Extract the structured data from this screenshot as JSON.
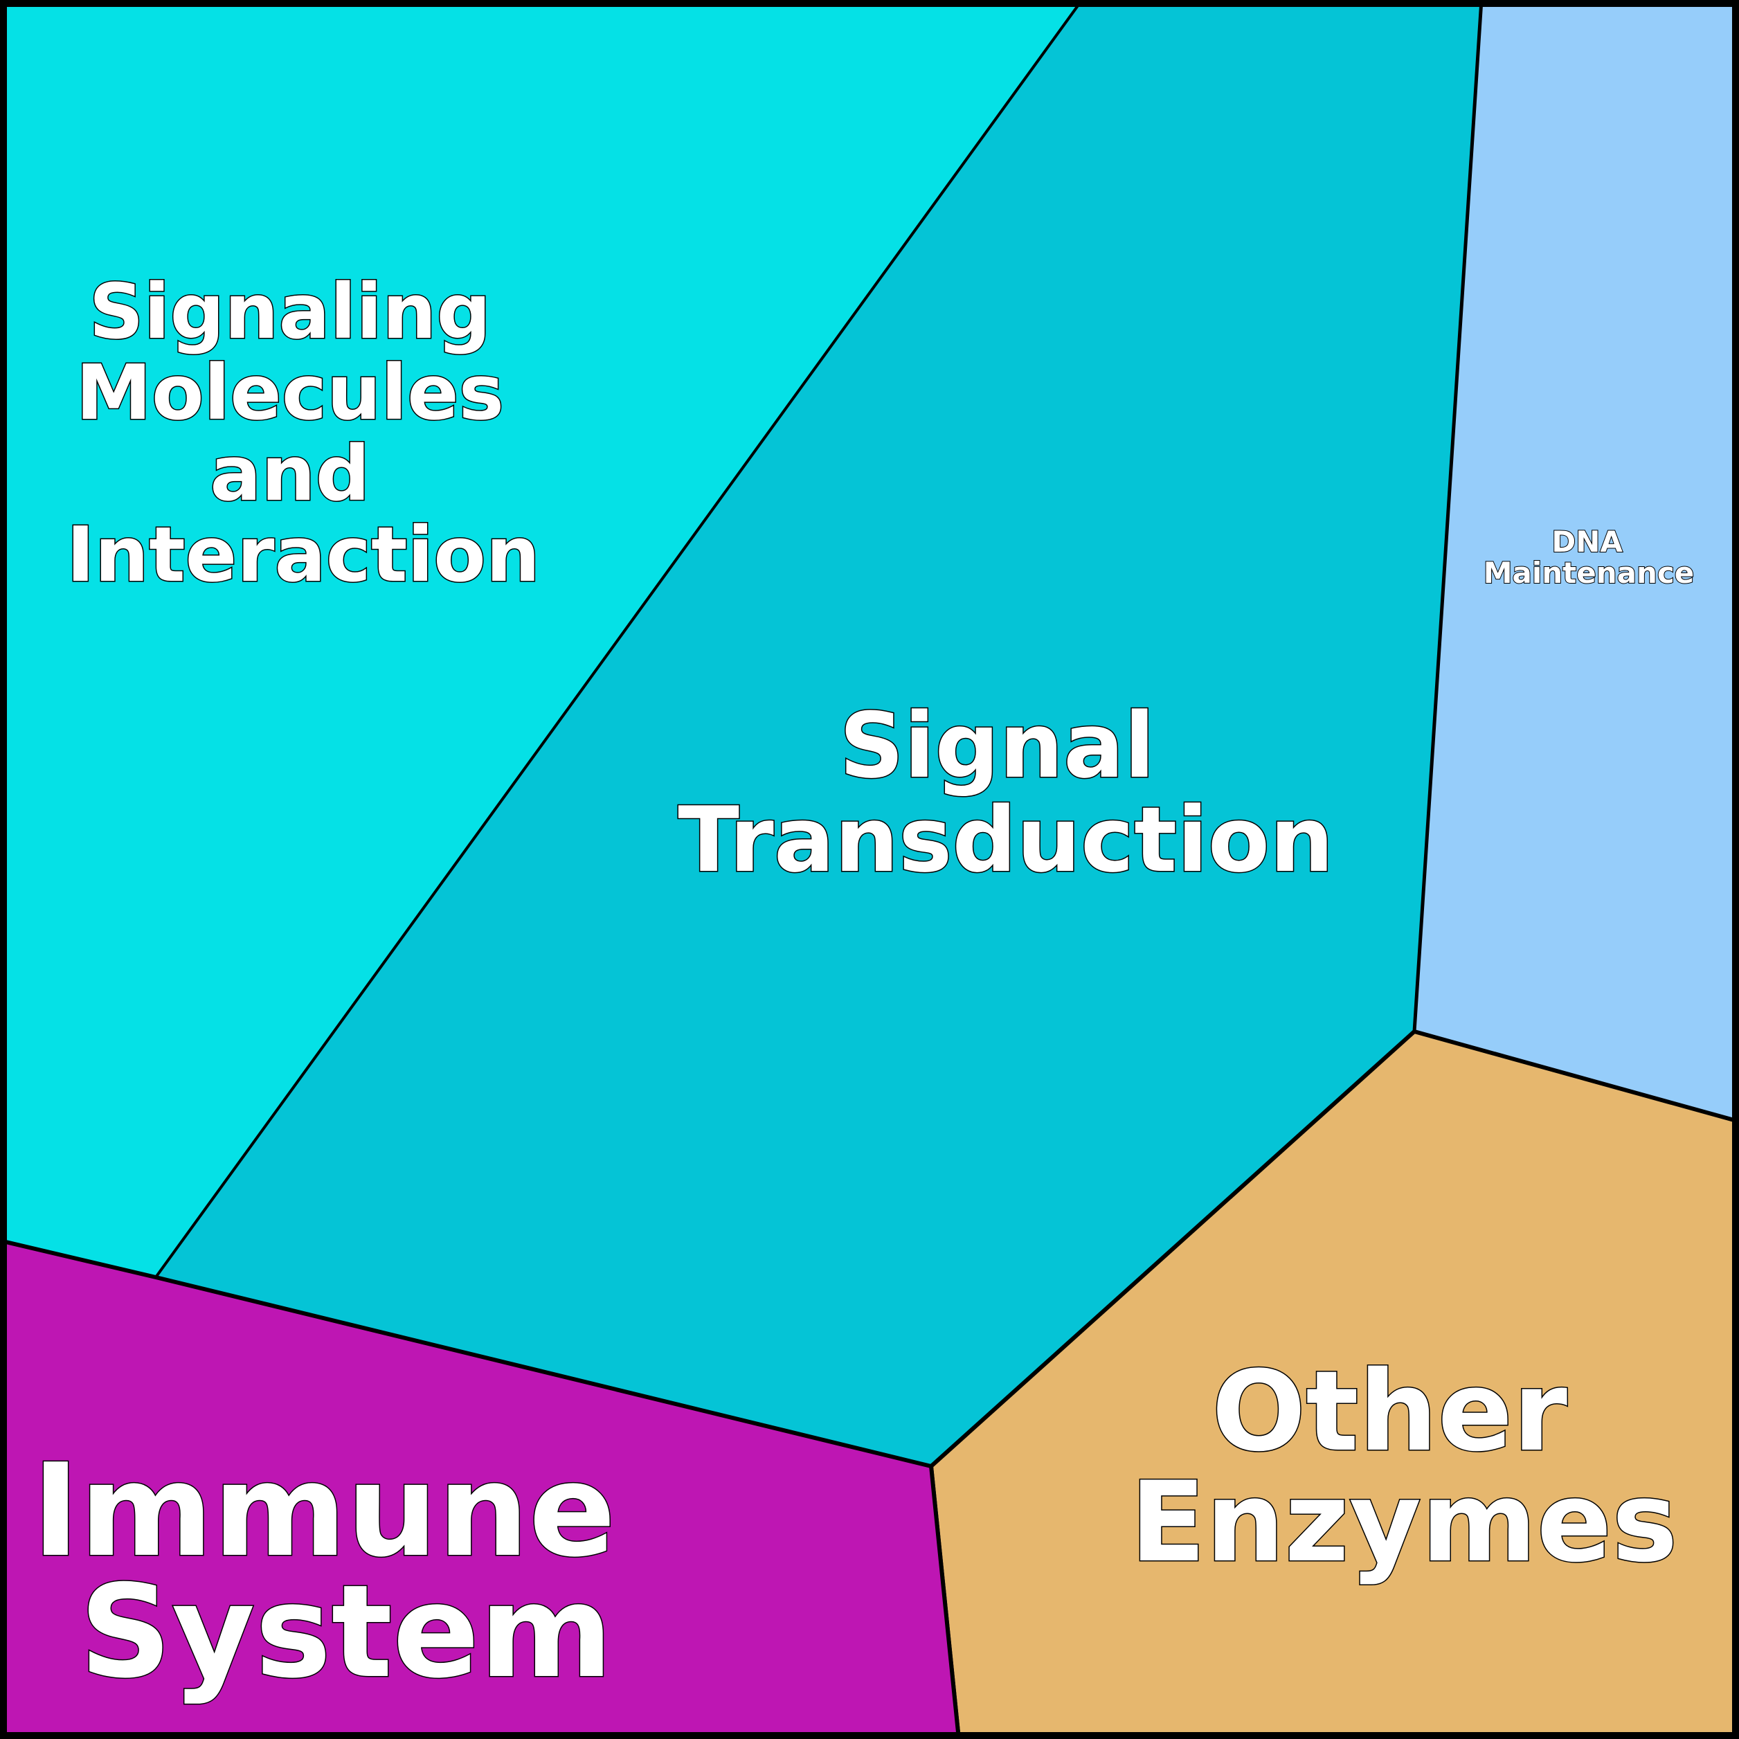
{
  "diagram": {
    "type": "voronoi-treemap",
    "regions": [
      {
        "id": "signaling",
        "label_lines": [
          "Signaling",
          "Molecules",
          "and",
          "Interaction"
        ],
        "color": "#05E1E6"
      },
      {
        "id": "signal-transduction",
        "label_lines": [
          "Signal",
          "Transduction"
        ],
        "color": "#05C4D6"
      },
      {
        "id": "dna-maintenance",
        "label_lines": [
          "DNA",
          "Maintenance"
        ],
        "color": "#96CDFA"
      },
      {
        "id": "other-enzymes",
        "label_lines": [
          "Other",
          "Enzymes"
        ],
        "color": "#E6B76E"
      },
      {
        "id": "immune-system",
        "label_lines": [
          "Immune",
          "System"
        ],
        "color": "#BE16B3"
      }
    ]
  }
}
